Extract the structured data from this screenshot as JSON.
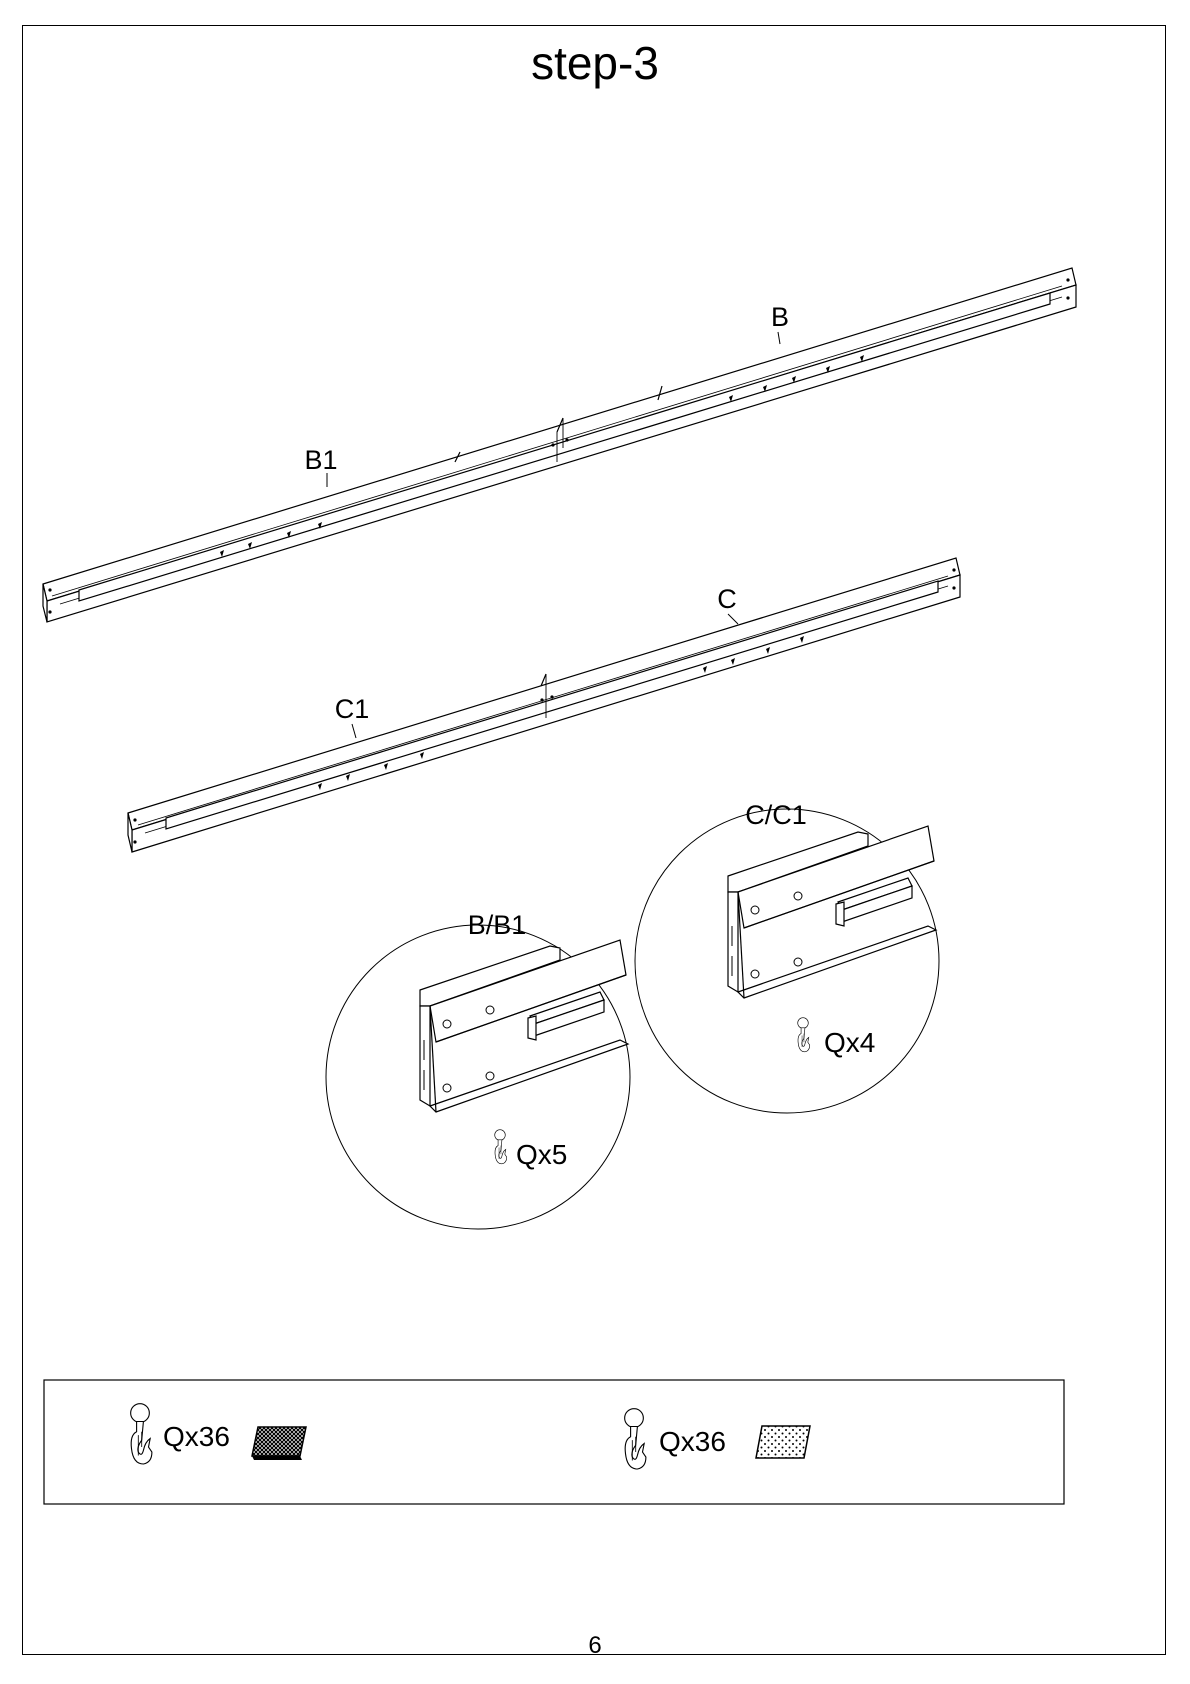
{
  "title": "step-3",
  "parts": {
    "b": "B",
    "b1": "B1",
    "c": "C",
    "c1": "C1"
  },
  "details": {
    "bb1": {
      "label": "B/B1",
      "qty": "Qx5"
    },
    "cc1": {
      "label": "C/C1",
      "qty": "Qx4"
    }
  },
  "hardware": [
    {
      "qty": "Qx36",
      "icon": "dark-mesh-swatch-icon"
    },
    {
      "qty": "Qx36",
      "icon": "dotted-swatch-icon"
    }
  ],
  "page_number": "6"
}
